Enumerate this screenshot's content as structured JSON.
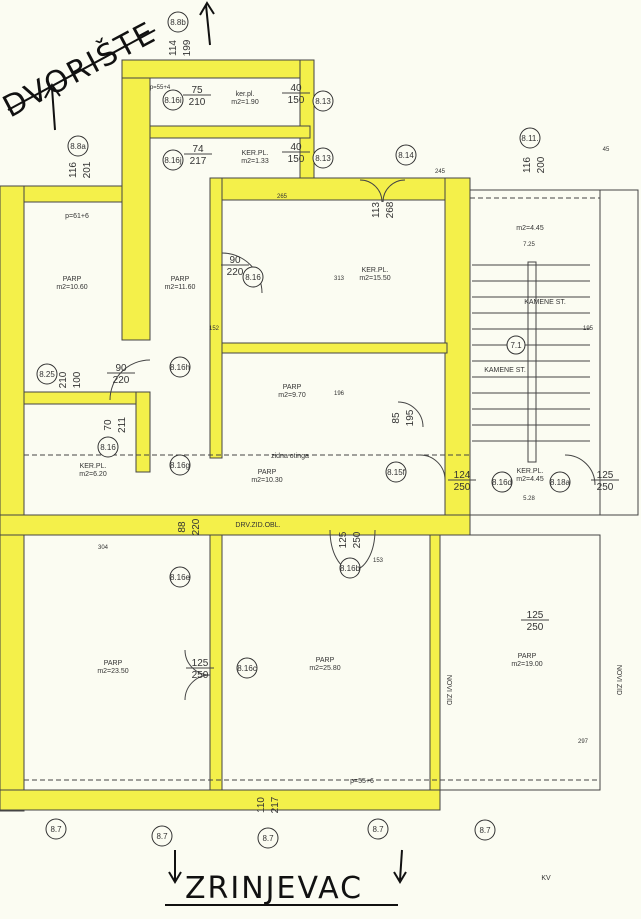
{
  "annotations": {
    "north": "DVORIŠTE",
    "south": "ZRINJEVAC"
  },
  "rooms": [
    {
      "name": "PARP",
      "area": "m2=10.60"
    },
    {
      "name": "PARP",
      "area": "m2=11.60"
    },
    {
      "name": "KER.PL.",
      "area": "m2=15.50"
    },
    {
      "name": "PARP",
      "area": "m2=9.70"
    },
    {
      "name": "PARP",
      "area": "m2=10.30"
    },
    {
      "name": "KER.PL.",
      "area": "m2=6.20"
    },
    {
      "name": "ker.pl.",
      "area": "m2=1.90"
    },
    {
      "name": "KER.PL.",
      "area": "m2=1.33"
    },
    {
      "name": "KER.PL.",
      "area": "m2=4.45"
    },
    {
      "name": "PARP",
      "area": "m2=23.50"
    },
    {
      "name": "PARP",
      "area": "m2=25.80"
    },
    {
      "name": "PARP",
      "area": "m2=19.00"
    }
  ],
  "stair": {
    "area": "m2=4.45",
    "label_upper": "KAMENE ST.",
    "label_lower": "KAMENE ST.",
    "level_top": "7.25",
    "level_bottom": "5.28",
    "tag": "7.1"
  },
  "notes": {
    "new_wall_1": "NOVI ZID",
    "new_wall_2": "NOVI ZID",
    "wall_opening": "zidna otinga",
    "wood_wall": "DRV.ZID.OBL.",
    "parapet_top": "p=55+4",
    "parapet_left": "p=61+6",
    "parapet_bottom": "p=55+6",
    "kv": "KV"
  },
  "tags": [
    "8.8b",
    "8.8a",
    "8.16i",
    "8.16j",
    "8.13",
    "8.13",
    "8.14",
    "8.11.",
    "8.16",
    "8.25",
    "8.16h",
    "8.16",
    "8.16g",
    "8.15f",
    "8.16d",
    "8.18a",
    "8.16e",
    "8.16b",
    "8.16c",
    "8.7",
    "8.7",
    "8.7",
    "8.7",
    "8.7"
  ],
  "dimensions": [
    {
      "w": "114",
      "h": "199"
    },
    {
      "w": "116",
      "h": "201"
    },
    {
      "w": "75",
      "h": "210"
    },
    {
      "w": "74",
      "h": "217"
    },
    {
      "w": "40",
      "h": "150"
    },
    {
      "w": "40",
      "h": "150"
    },
    {
      "w": "113",
      "h": "268"
    },
    {
      "w": "116",
      "h": "200"
    },
    {
      "w": "90",
      "h": "220"
    },
    {
      "w": "90",
      "h": "220"
    },
    {
      "w": "210",
      "h": "100"
    },
    {
      "w": "70",
      "h": "211"
    },
    {
      "w": "124",
      "h": "250"
    },
    {
      "w": "125",
      "h": "250"
    },
    {
      "w": "85",
      "h": "195"
    },
    {
      "w": "88",
      "h": "220"
    },
    {
      "w": "125",
      "h": "250"
    },
    {
      "w": "125",
      "h": "250"
    },
    {
      "w": "125",
      "h": "250"
    },
    {
      "w": "110",
      "h": "217"
    }
  ],
  "wall_lengths": [
    "265",
    "313",
    "196",
    "152",
    "304",
    "153",
    "245",
    "297",
    "195",
    "45"
  ]
}
